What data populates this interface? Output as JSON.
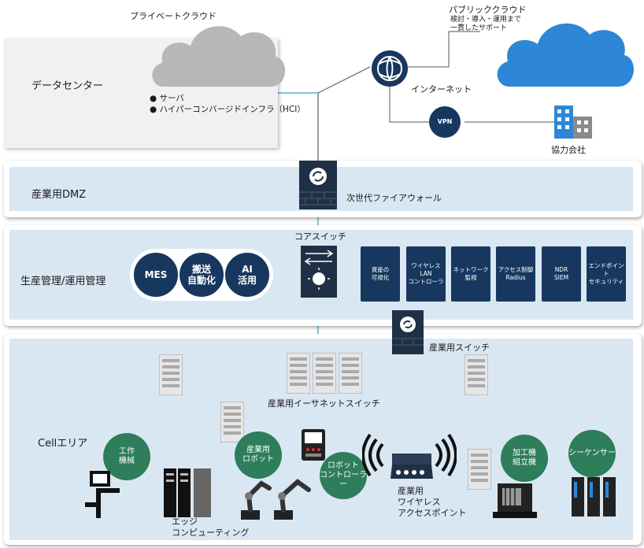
{
  "cloud_private": {
    "title": "プライベートクラウド",
    "bullets": [
      "サーバ",
      "ハイパーコンバージドインフラ（HCI）"
    ]
  },
  "datacenter": {
    "label": "データセンター"
  },
  "cloud_public": {
    "title": "パブリッククラウド",
    "subtitle": "検討・導入・運用まで\n一貫したサポート"
  },
  "internet": {
    "label": "インターネット"
  },
  "vpn": {
    "label": "VPN"
  },
  "partner": {
    "label": "協力会社"
  },
  "dmz": {
    "label": "産業用DMZ",
    "firewall_label": "次世代ファイアウォール"
  },
  "mgmt": {
    "label": "生産管理/運用管理",
    "core_switch_label": "コアスイッチ",
    "circles": [
      "MES",
      "搬送\n自動化",
      "AI\n活用"
    ],
    "tiles": [
      "資産の\n可視化",
      "ワイヤレス\nLAN\nコントローラ",
      "ネットワーク\n監視",
      "アクセス制御\nRadius",
      "NDR\nSIEM",
      "エンドポイント\nセキュリティ"
    ]
  },
  "cell": {
    "label": "Cellエリア",
    "industrial_switch_label": "産業用スイッチ",
    "ethernet_switch_label": "産業用イーサネットスイッチ",
    "nodes": {
      "machine_tool": "工作\n機械",
      "robot": "産業用\nロボット",
      "robot_controller": "ロボット\nコントローラー",
      "assembly": "加工機\n組立機",
      "sequencer": "シーケンサー"
    },
    "edge_label": "エッジ\nコンピューティング",
    "wireless_ap_label": "産業用\nワイヤレス\nアクセスポイント"
  },
  "colors": {
    "navy": "#17375e",
    "green": "#2e7d5b",
    "band": "#d9e7f3",
    "cloud_gray": "#b7b7b7",
    "cloud_blue": "#2e86d6",
    "link": "#3a9cc8"
  }
}
